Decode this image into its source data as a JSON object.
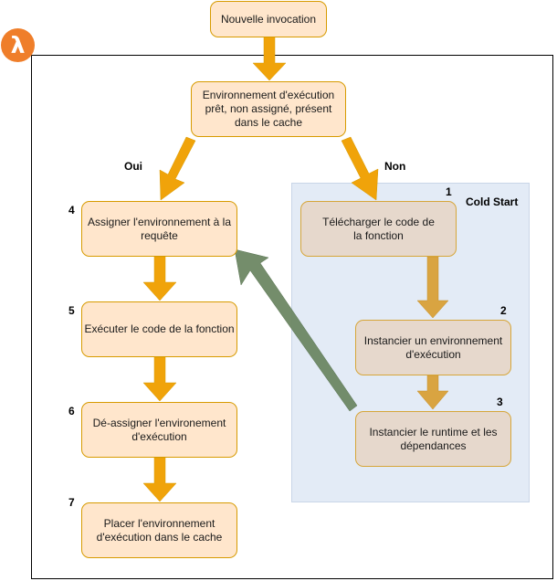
{
  "diagram": {
    "title_node": "Nouvelle invocation",
    "decision_node": "Environnement d'exécution prêt, non assigné, présent dans le cache",
    "branch_yes": "Oui",
    "branch_no": "Non",
    "cold_start_label": "Cold Start",
    "lambda_glyph": "λ",
    "icon": "aws-lambda-icon",
    "cold_steps": [
      {
        "number": "1",
        "text": "Télécharger le code de la fonction"
      },
      {
        "number": "2",
        "text": "Instancier un environnement d'exécution"
      },
      {
        "number": "3",
        "text": "Instancier le runtime et les dépendances"
      }
    ],
    "warm_steps": [
      {
        "number": "4",
        "text": "Assigner l'environnement à la requête"
      },
      {
        "number": "5",
        "text": "Exécuter le code de la fonction"
      },
      {
        "number": "6",
        "text": "Dé-assigner l'environement d'exécution"
      },
      {
        "number": "7",
        "text": "Placer l'environnement d'exécution dans le cache"
      }
    ],
    "colors": {
      "arrow_orange": "#f0a30a",
      "arrow_cold": "#d9a441",
      "arrow_green": "#6d8764",
      "node_fill": "#ffe6cc",
      "cold_node_fill": "#e6d8cc",
      "cold_zone": "#e3ebf6",
      "lambda": "#ef7e2a"
    }
  }
}
